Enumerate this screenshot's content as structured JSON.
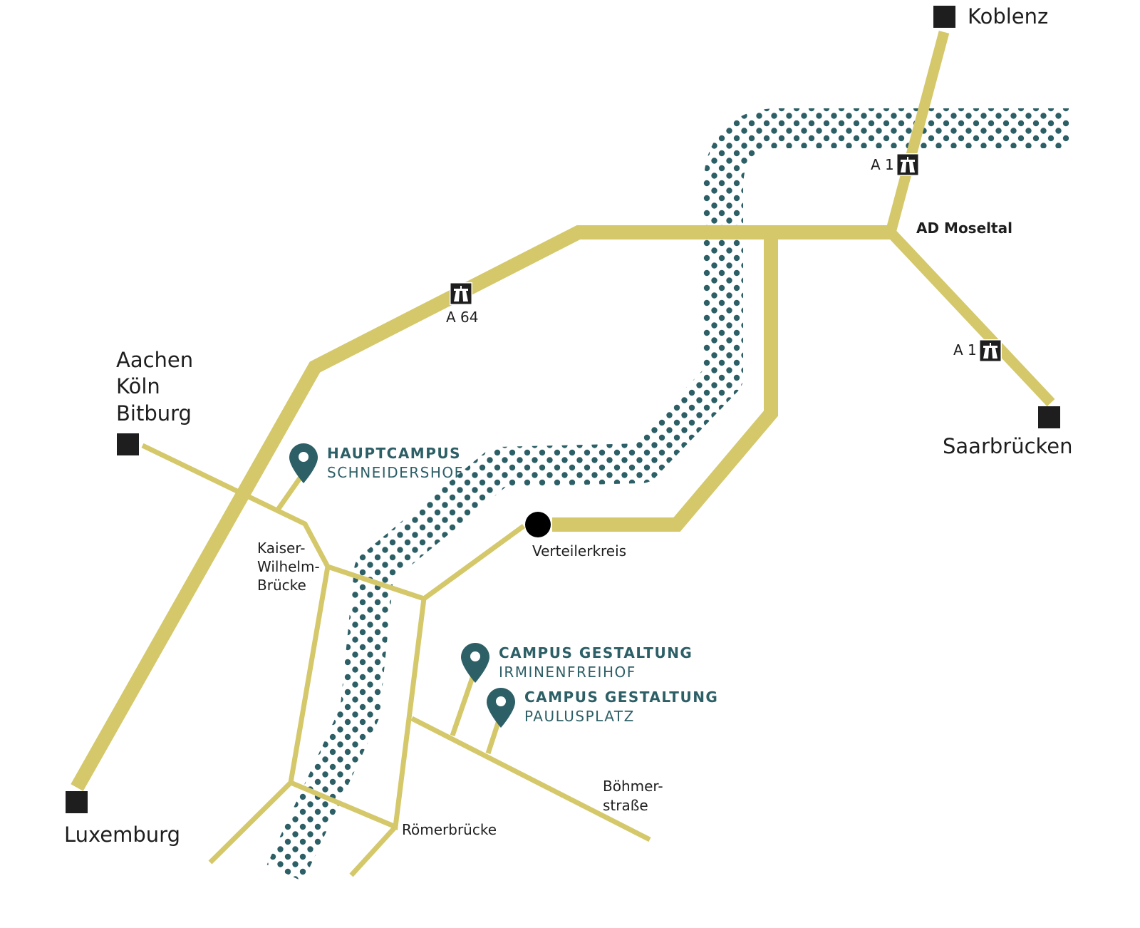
{
  "colors": {
    "road": "#d4c86a",
    "river": "#2d5f66",
    "pin": "#2d5f66",
    "city": "#1e1e1e"
  },
  "cities": {
    "koblenz": "Koblenz",
    "saarbruecken": "Saarbrücken",
    "luxemburg": "Luxemburg",
    "north_west": [
      "Aachen",
      "Köln",
      "Bitburg"
    ]
  },
  "motorways": {
    "a1_north": "A 1",
    "a64": "A 64",
    "a1_south": "A 1",
    "junction": "AD Moseltal"
  },
  "places": {
    "verteilerkreis": "Verteilerkreis",
    "kaiser_wilhelm": [
      "Kaiser-",
      "Wilhelm-",
      "Brücke"
    ],
    "roemerbruecke": "Römerbrücke",
    "boehmerstrasse": [
      "Böhmer-",
      "straße"
    ]
  },
  "campuses": [
    {
      "title": "HAUPTCAMPUS",
      "subtitle": "SCHNEIDERSHOF"
    },
    {
      "title": "CAMPUS GESTALTUNG",
      "subtitle": "IRMINENFREIHOF"
    },
    {
      "title": "CAMPUS GESTALTUNG",
      "subtitle": "PAULUSPLATZ"
    }
  ]
}
